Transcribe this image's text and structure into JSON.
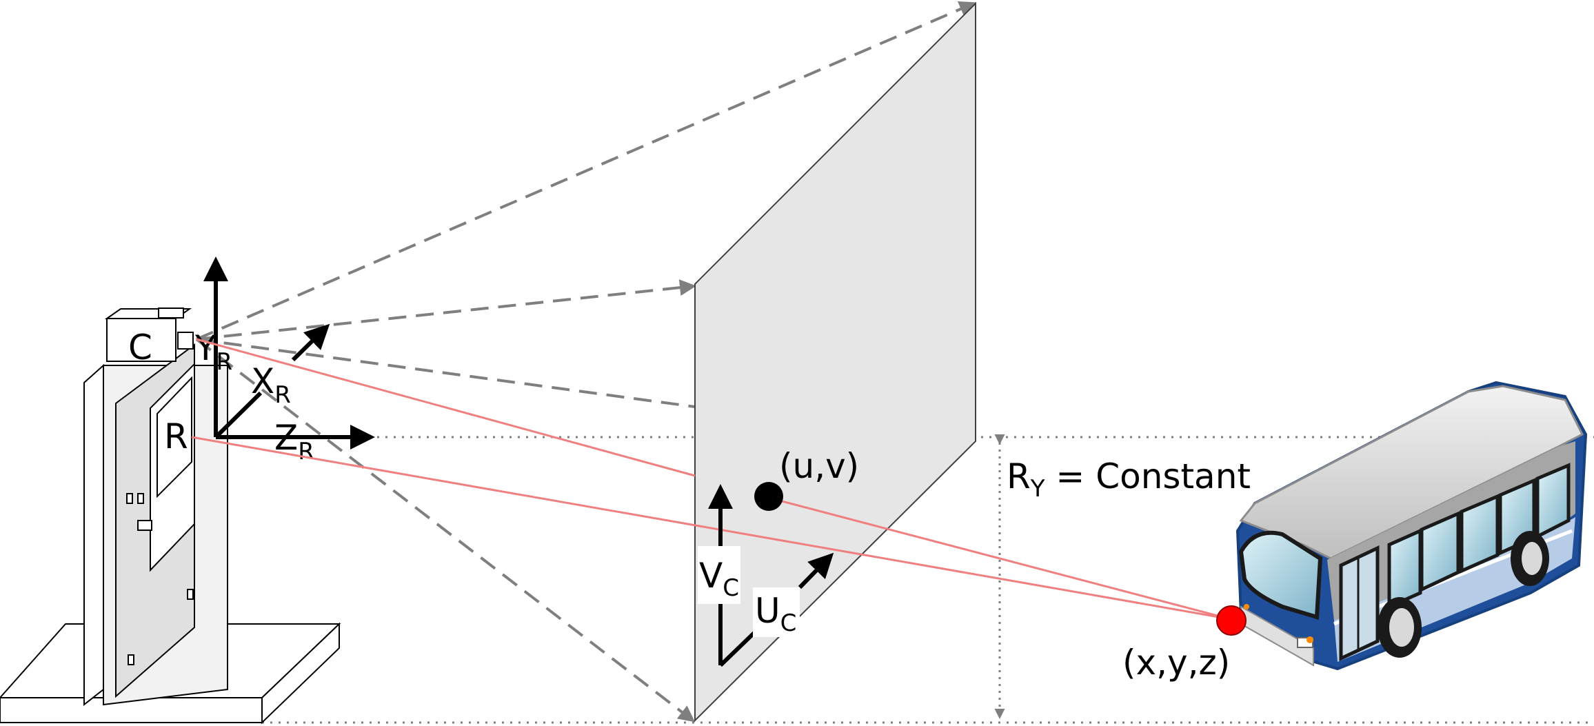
{
  "labels": {
    "camera": "C",
    "radar": "R",
    "y_axis_main": "Y",
    "y_axis_sub": "R",
    "x_axis_main": "X",
    "x_axis_sub": "R",
    "z_axis_main": "Z",
    "z_axis_sub": "R",
    "image_point": "(u,v)",
    "v_axis_main": "V",
    "v_axis_sub": "C",
    "u_axis_main": "U",
    "u_axis_sub": "C",
    "constraint_main": "R",
    "constraint_sub": "Y",
    "constraint_rest": " = Constant",
    "world_point": "(x,y,z)"
  },
  "colors": {
    "projection_rays": "#f08080",
    "frustum_lines": "#7f7f7f",
    "image_plane_fill": "#e6e6e6",
    "world_point": "#ff0000",
    "image_point": "#000000",
    "bus_body": "#1f4e9a",
    "bus_roof": "#d9d9d9"
  }
}
